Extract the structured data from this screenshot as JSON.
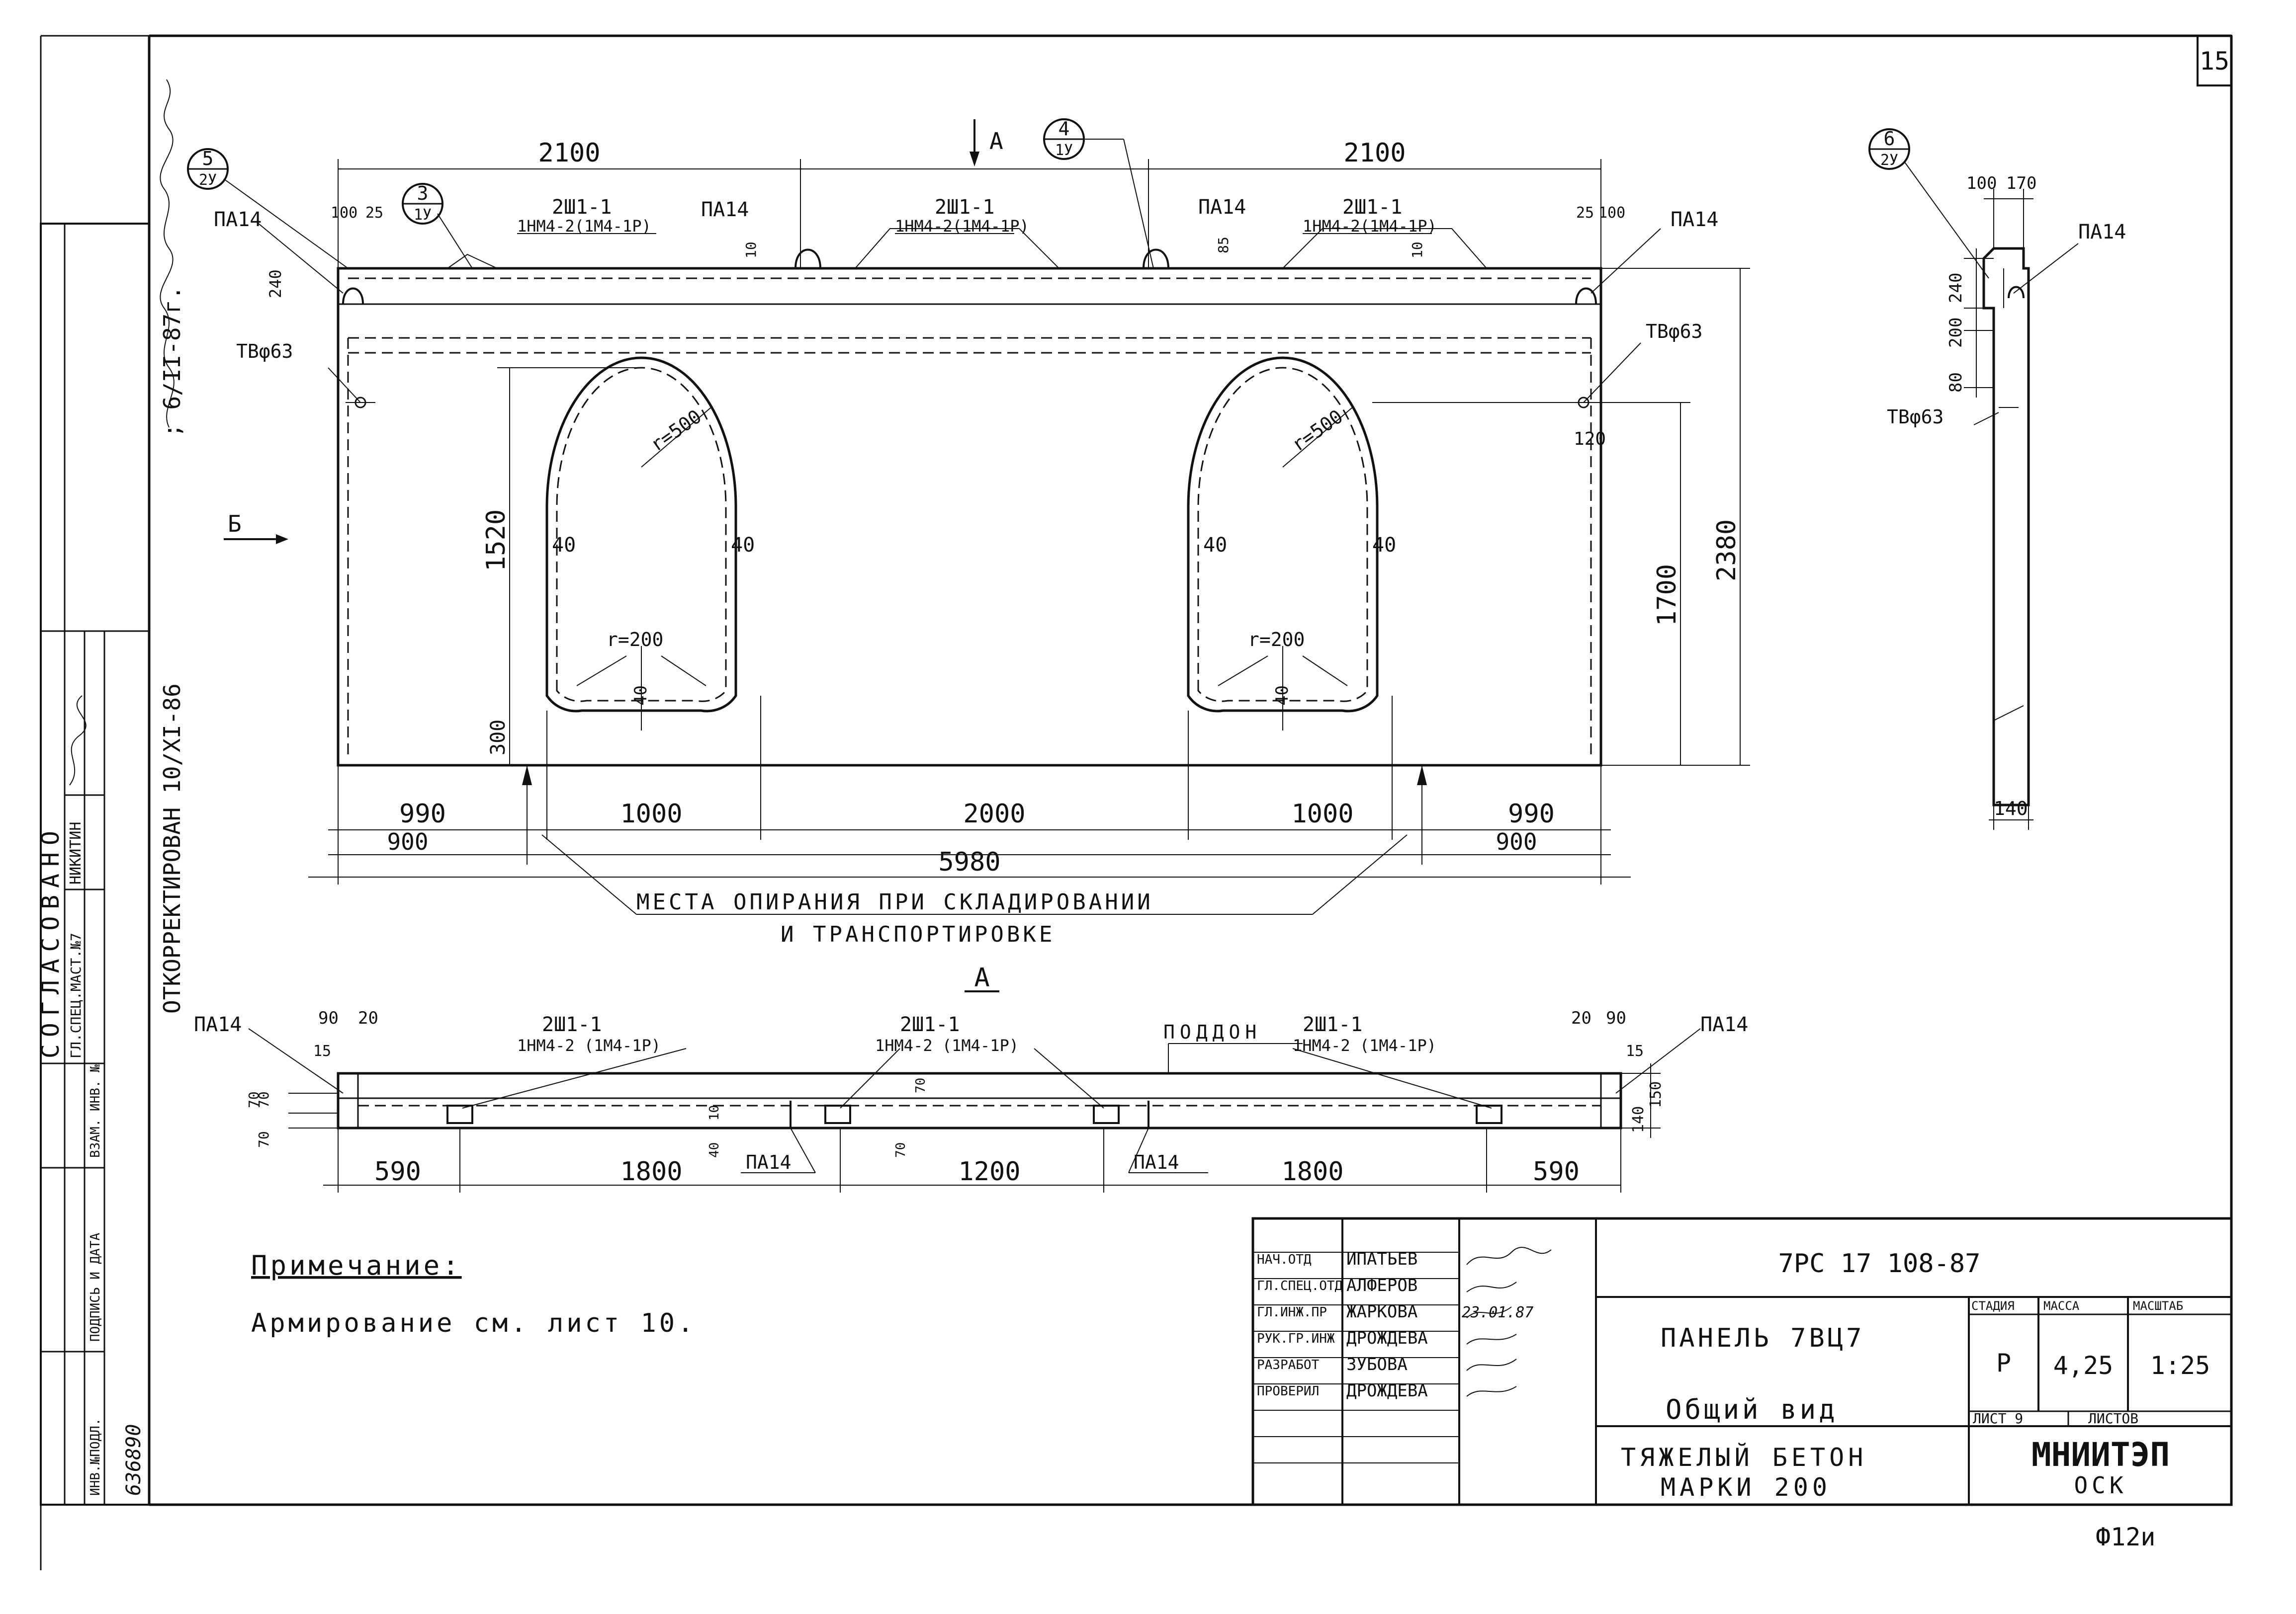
{
  "sheet": {
    "page_number": "15",
    "project_code": "7РС 17 108-87",
    "panel_name": "ПАНЕЛЬ 7ВЦ7",
    "drawing_name": "Общий вид",
    "material_line1": "ТЯЖЕЛЫЙ БЕТОН",
    "material_line2": "МАРКИ 200",
    "org_name": "МНИИТЭП",
    "org_sub": "ОСК",
    "format_code": "Ф12и",
    "stage_label": "СТАДИЯ",
    "mass_label": "МАССА",
    "scale_label": "МАСШТАБ",
    "stage": "Р",
    "mass": "4,25",
    "scale": "1:25",
    "sheet_label": "ЛИСТ 9",
    "sheets_label": "ЛИСТОВ"
  },
  "staff": [
    {
      "role": "НАЧ.ОТД",
      "name": "ИПАТЬЕВ"
    },
    {
      "role": "ГЛ.СПЕЦ.ОТД",
      "name": "АЛФЕРОВ"
    },
    {
      "role": "ГЛ.ИНЖ.ПР",
      "name": "ЖАРКОВА",
      "date": "23.01.87"
    },
    {
      "role": "РУК.ГР.ИНЖ",
      "name": "ДРОЖДЕВА"
    },
    {
      "role": "РАЗРАБОТ",
      "name": "ЗУБОВА"
    },
    {
      "role": "ПРОВЕРИЛ",
      "name": "ДРОЖДЕВА"
    }
  ],
  "side_stamp": {
    "agreed": "СОГЛАСОВАНО",
    "corrected": "ОТКОРРЕКТИРОВАН 10/XI-86",
    "corrected_extra": "; 6/II-87г.",
    "spec_label": "ГЛ.СПЕЦ.МАСТ.№7",
    "spec_name": "НИКИТИН",
    "inv_orig": "ИНВ.№ПОДЛ.",
    "sign_date": "ПОДПИСЬ И ДАТА",
    "inv_swap": "ВЗАМ. ИНВ. №",
    "inv_number": "636890"
  },
  "note": {
    "title": "Примечание:",
    "text": "Армирование см. лист 10."
  },
  "front_view": {
    "view_a": "А",
    "view_b": "Б",
    "top_dim_left": "2100",
    "top_dim_right": "2100",
    "callout_5_num": "5",
    "callout_5_sheet": "2У",
    "callout_3_num": "3",
    "callout_3_sheet": "1У",
    "callout_4_num": "4",
    "callout_4_sheet": "1У",
    "mesh_1": "2Ш1-1",
    "mesh_1_sub": "1НМ4-2(1М4-1Р)",
    "pa14": "ПА14",
    "dim_100": "100",
    "dim_25": "25",
    "dim_240": "240",
    "dim_10": "10",
    "dim_85": "85",
    "tv": "ТВφ63",
    "radius_top": "r=500",
    "radius_bottom": "r=200",
    "dim_1520": "1520",
    "dim_300": "300",
    "dim_40": "40",
    "dim_120": "120",
    "dim_1700": "1700",
    "dim_2380": "2380",
    "bottom_dims": [
      "990",
      "1000",
      "2000",
      "1000",
      "990"
    ],
    "support_dim": "900",
    "total_length": "5980",
    "support_note_1": "МЕСТА ОПИРАНИЯ ПРИ СКЛАДИРОВАНИИ",
    "support_note_2": "И ТРАНСПОРТИРОВКЕ"
  },
  "side_view": {
    "callout_num": "6",
    "callout_sheet": "2У",
    "dim_100": "100",
    "dim_170": "170",
    "dim_240": "240",
    "dim_200": "200",
    "dim_80": "80",
    "pa14": "ПА14",
    "tv": "ТВφ63",
    "dim_140": "140"
  },
  "plan_view": {
    "section_label": "А",
    "mesh": "2Ш1-1",
    "mesh_sub": "1НМ4-2 (1М4-1Р)",
    "podon": "ПОДДОН",
    "pa14": "ПА14",
    "dim_90": "90",
    "dim_20": "20",
    "dim_15": "15",
    "dim_70": "70",
    "dim_10": "10",
    "dim_40": "40",
    "dim_140": "140",
    "dim_150": "150",
    "bottom_dims": [
      "590",
      "1800",
      "1200",
      "1800",
      "590"
    ]
  }
}
